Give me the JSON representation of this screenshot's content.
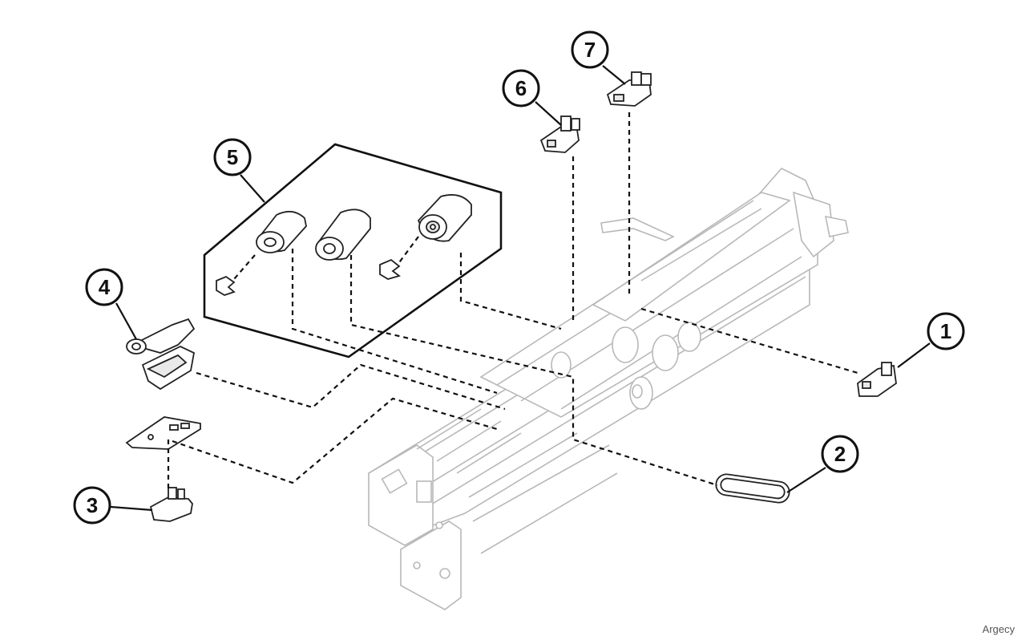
{
  "callouts": [
    {
      "id": "1",
      "label": "1"
    },
    {
      "id": "2",
      "label": "2"
    },
    {
      "id": "3",
      "label": "3"
    },
    {
      "id": "4",
      "label": "4"
    },
    {
      "id": "5",
      "label": "5"
    },
    {
      "id": "6",
      "label": "6"
    },
    {
      "id": "7",
      "label": "7"
    }
  ],
  "watermark": "Argecy"
}
